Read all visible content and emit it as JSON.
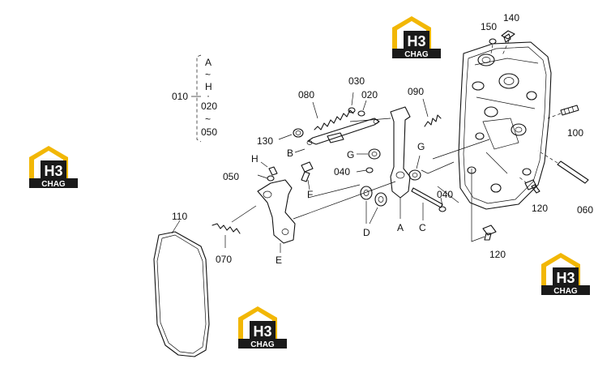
{
  "colors": {
    "ink": "#111111",
    "logo_yellow": "#f2b705",
    "logo_dark": "#1a1a1a",
    "background": "#ffffff"
  },
  "group_bracket": {
    "label": "010",
    "items": [
      "A",
      "~",
      "H",
      "·",
      "020",
      "~",
      "050"
    ]
  },
  "callouts": {
    "p140": "140",
    "p150": "150",
    "p030": "030",
    "p080": "080",
    "p020": "020",
    "p090": "090",
    "p100": "100",
    "p130": "130",
    "pB": "B",
    "pG1": "G",
    "pG2": "G",
    "pH": "H",
    "p040a": "040",
    "p050": "050",
    "pF": "F",
    "p040b": "040",
    "pA": "A",
    "pC": "C",
    "pD": "D",
    "pE": "E",
    "p120a": "120",
    "p060": "060",
    "p120b": "120",
    "p110": "110",
    "p070": "070"
  },
  "watermark": {
    "text_top": "H3",
    "text_bottom": "CHAG"
  },
  "icons": [
    "logo-watermark"
  ]
}
